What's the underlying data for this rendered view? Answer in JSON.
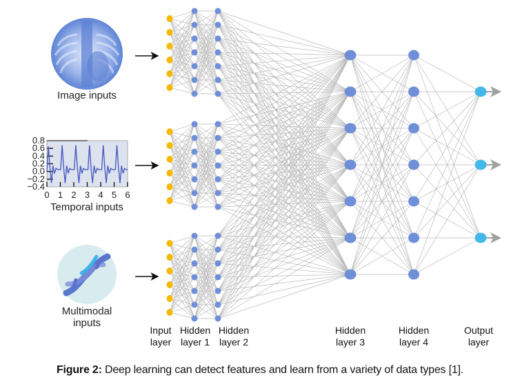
{
  "inputs": [
    {
      "name": "image",
      "label": "Image inputs"
    },
    {
      "name": "temporal",
      "label": "Temporal inputs"
    },
    {
      "name": "multimodal",
      "label_line1": "Multimodal",
      "label_line2": "inputs"
    }
  ],
  "temporal_plot": {
    "y_ticks": [
      "0.8",
      "0.6",
      "0.4",
      "0.2",
      "0.0",
      "−0.2",
      "−0.4"
    ],
    "x_ticks": [
      "0",
      "1",
      "2",
      "3",
      "4",
      "5",
      "6"
    ],
    "ylim": [
      -0.4,
      0.8
    ],
    "xlim": [
      0,
      6
    ],
    "series": [
      0,
      0.65,
      0.1,
      -0.3,
      0.15,
      -0.05,
      0.08,
      0.05,
      0.05,
      0.05,
      0.68,
      0.1,
      -0.3,
      0.15,
      -0.05,
      0.08,
      0.05,
      0.05,
      0.05,
      0.68,
      0.1,
      -0.3,
      0.15,
      -0.05,
      0.08,
      0.05,
      0.05,
      0.05,
      0.68,
      0.1,
      -0.3,
      0.15,
      -0.05,
      0.08,
      0.05,
      0.05,
      0.05,
      0.68,
      0.1,
      -0.3,
      0.15,
      -0.05,
      0.08,
      0.05,
      0.05,
      0.05,
      0.68,
      0.1,
      -0.3,
      0.15,
      -0.05,
      0.08,
      0.05,
      0.05
    ]
  },
  "network": {
    "blocks": 3,
    "input_nodes_per_block": 6,
    "hidden1_nodes_per_block": 7,
    "hidden2_nodes_per_block": 7,
    "hidden3_nodes": 7,
    "hidden4_nodes": 7,
    "output_nodes": 3
  },
  "layer_labels": [
    {
      "line1": "Input",
      "line2": "layer"
    },
    {
      "line1": "Hidden",
      "line2": "layer 1"
    },
    {
      "line1": "Hidden",
      "line2": "layer 2"
    },
    {
      "line1": "Hidden",
      "line2": "layer 3"
    },
    {
      "line1": "Hidden",
      "line2": "layer 4"
    },
    {
      "line1": "Output",
      "line2": "layer"
    }
  ],
  "colors": {
    "input_node": "#f5b800",
    "hidden_node": "#6f8fd8",
    "output_node": "#45b8ea",
    "edge": "#b9b9b9",
    "output_arrow": "#a0a0a0"
  },
  "caption": {
    "bold": "Figure 2:",
    "text": " Deep learning can detect features and learn from a variety of data types [1]."
  }
}
